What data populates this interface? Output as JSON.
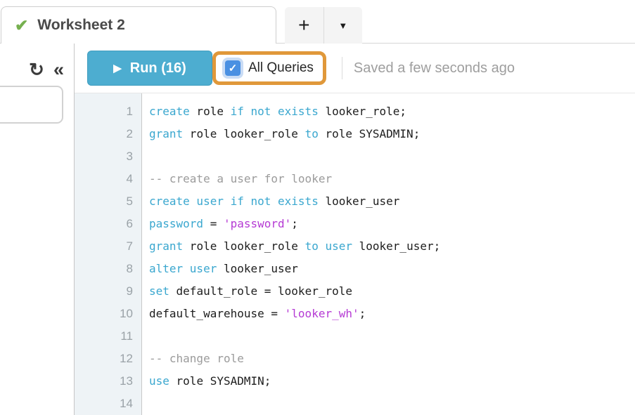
{
  "tab_bar": {
    "active_tab": {
      "label": "Worksheet 2",
      "status_icon": "green-check"
    },
    "new_worksheet_label": "+",
    "tab_menu_label": "▼"
  },
  "toolbar": {
    "run_button": {
      "label": "Run (16)",
      "play_icon": "▶"
    },
    "all_queries_checkbox": {
      "label": "All Queries",
      "checked": true,
      "checkmark": "✓"
    },
    "saved_status": "Saved a few seconds ago"
  },
  "sidebar": {
    "refresh_icon": "↻",
    "collapse_icon": "«"
  },
  "editor": {
    "lines": [
      {
        "number": 1,
        "tokens": [
          [
            "create",
            "k"
          ],
          [
            " role ",
            "p"
          ],
          [
            "if not exists",
            "k"
          ],
          [
            " looker_role;",
            "p"
          ]
        ]
      },
      {
        "number": 2,
        "tokens": [
          [
            "grant",
            "k"
          ],
          [
            " role looker_role ",
            "p"
          ],
          [
            "to",
            "k"
          ],
          [
            " role SYSADMIN;",
            "p"
          ]
        ]
      },
      {
        "number": 3,
        "tokens": []
      },
      {
        "number": 4,
        "tokens": [
          [
            "-- create a user for looker",
            "c"
          ]
        ]
      },
      {
        "number": 5,
        "tokens": [
          [
            "create user if not exists",
            "k"
          ],
          [
            " looker_user",
            "p"
          ]
        ]
      },
      {
        "number": 6,
        "tokens": [
          [
            "password",
            "k"
          ],
          [
            " = ",
            "p"
          ],
          [
            "'password'",
            "s"
          ],
          [
            ";",
            "p"
          ]
        ]
      },
      {
        "number": 7,
        "tokens": [
          [
            "grant",
            "k"
          ],
          [
            " role looker_role ",
            "p"
          ],
          [
            "to user",
            "k"
          ],
          [
            " looker_user;",
            "p"
          ]
        ]
      },
      {
        "number": 8,
        "tokens": [
          [
            "alter user",
            "k"
          ],
          [
            " looker_user",
            "p"
          ]
        ]
      },
      {
        "number": 9,
        "tokens": [
          [
            "set",
            "k"
          ],
          [
            " default_role = looker_role",
            "p"
          ]
        ]
      },
      {
        "number": 10,
        "tokens": [
          [
            "default_warehouse = ",
            "p"
          ],
          [
            "'looker_wh'",
            "s"
          ],
          [
            ";",
            "p"
          ]
        ]
      },
      {
        "number": 11,
        "tokens": []
      },
      {
        "number": 12,
        "tokens": [
          [
            "-- change role",
            "c"
          ]
        ]
      },
      {
        "number": 13,
        "tokens": [
          [
            "use",
            "k"
          ],
          [
            " role SYSADMIN;",
            "p"
          ]
        ]
      },
      {
        "number": 14,
        "tokens": []
      }
    ]
  },
  "colors": {
    "keyword": "#3aa7cf",
    "string": "#b53ad4",
    "comment": "#9b9b9b",
    "plain": "#1d1d1d",
    "run_button_teal": "#4dadd0",
    "highlight_orange": "#e0983a",
    "checkbox_blue": "#4a90e2",
    "check_green": "#76b04f",
    "gutter_background": "#eef3f6"
  }
}
